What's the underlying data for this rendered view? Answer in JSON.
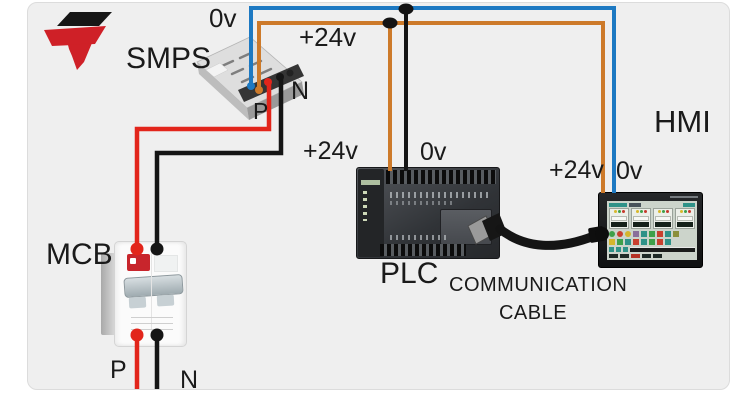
{
  "colors": {
    "wire_blue": "#1d79c2",
    "wire_orange": "#cd7a2a",
    "wire_red": "#e2251b",
    "wire_black": "#151515",
    "logo_red": "#cf2027",
    "logo_black": "#161616"
  },
  "smps": {
    "label": "SMPS",
    "out_0v": "0v",
    "out_24v": "+24v",
    "phase": "P",
    "neutral": "N"
  },
  "mcb": {
    "label": "MCB",
    "phase": "P",
    "neutral": "N"
  },
  "plc": {
    "label": "PLC",
    "in_24v": "+24v",
    "in_0v": "0v"
  },
  "hmi": {
    "label": "HMI",
    "in_24v": "+24v",
    "in_0v": "0v"
  },
  "cable": {
    "line1": "COMMUNICATION",
    "line2": "CABLE"
  }
}
